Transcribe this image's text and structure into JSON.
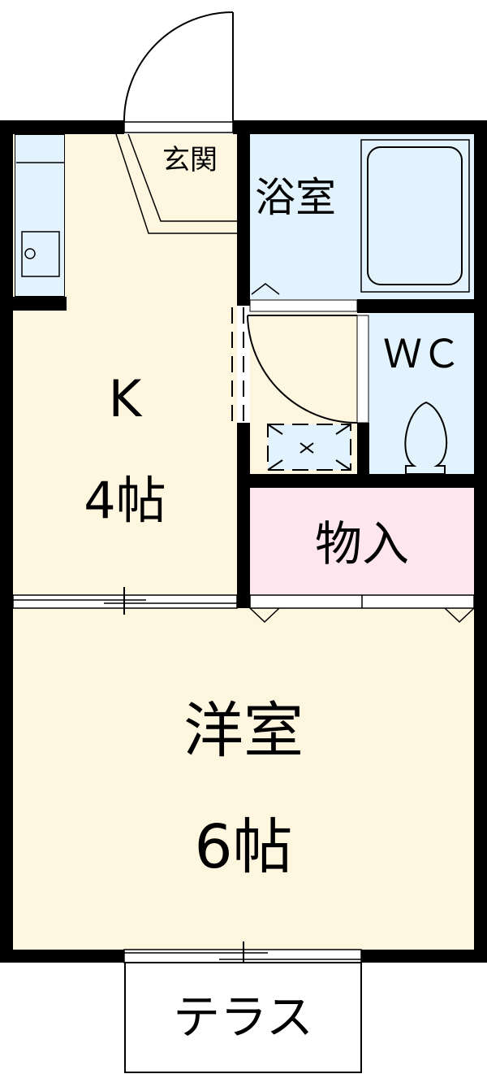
{
  "floorplan": {
    "colors": {
      "wall": "#000000",
      "living_floor": "#fff6e0",
      "wet_area": "#e2f3fd",
      "storage": "#fde6ee",
      "outside": "#ffffff"
    },
    "rooms": {
      "entrance": {
        "label": "玄関"
      },
      "bathroom": {
        "label": "浴室"
      },
      "toilet": {
        "label": "ＷＣ"
      },
      "kitchen": {
        "label": "K",
        "size": "4帖"
      },
      "storage": {
        "label": "物入"
      },
      "western_room": {
        "label": "洋室",
        "size": "6帖"
      },
      "terrace": {
        "label": "テラス"
      }
    },
    "fixtures": [
      "entrance-door",
      "kitchen-counter",
      "kitchen-sink",
      "bathtub",
      "toilet-bowl",
      "washing-machine-space",
      "bathroom-door",
      "toilet-door",
      "sliding-door-kitchen",
      "closet-doors",
      "terrace-window"
    ]
  }
}
